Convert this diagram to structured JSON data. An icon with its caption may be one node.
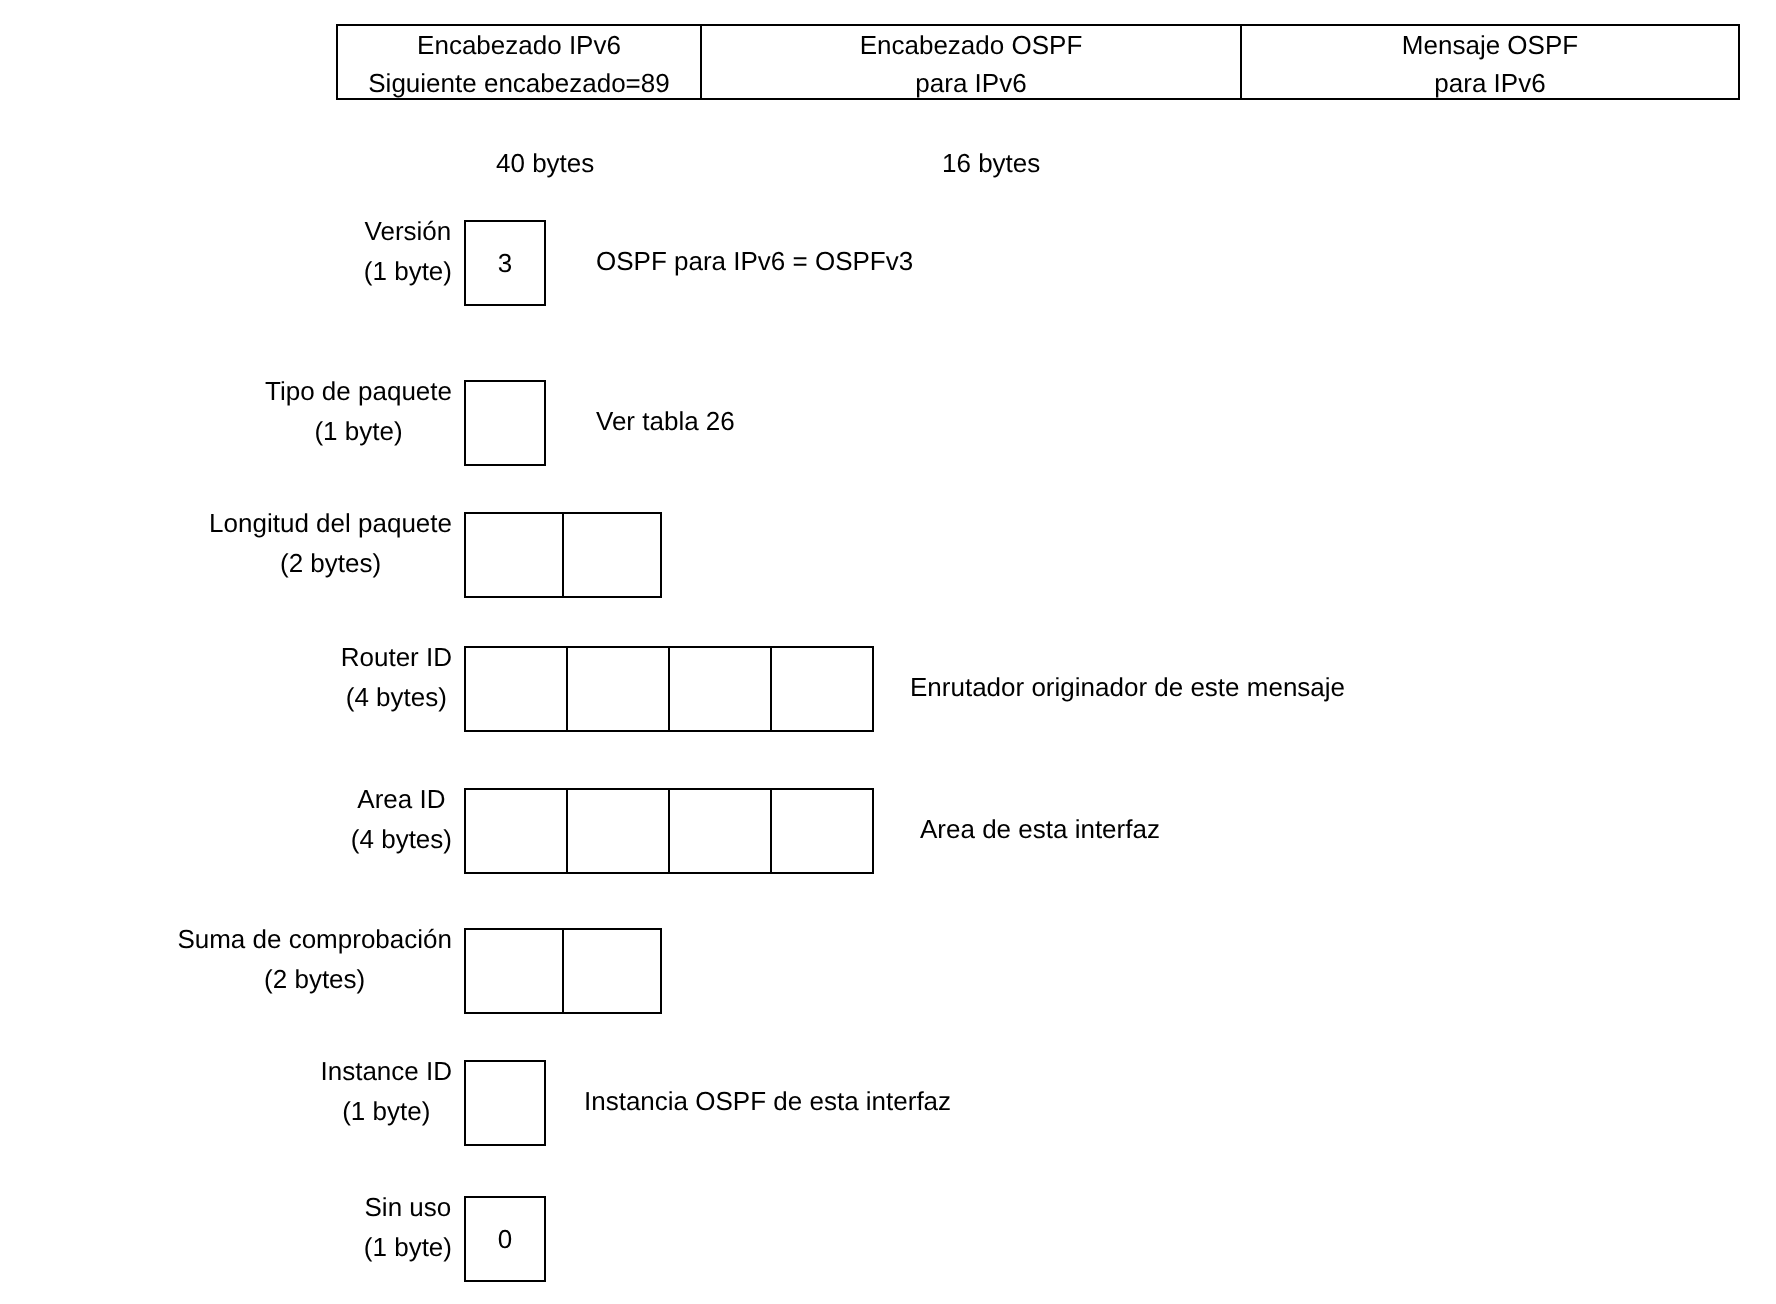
{
  "diagram": {
    "nodes": [
      {
        "text": [
          "Encabezado IPv6",
          "Siguiente encabezado=89"
        ]
      },
      {
        "text": [
          "Encabezado OSPF para IPv6"
        ]
      },
      {
        "text": [
          "Mensaje OSPF para IPv6"
        ]
      },
      {
        "text": [
          "3"
        ],
        "beside": [
          "Versión",
          "(1 byte)",
          "OSPF para IPv6 = OSPFv3"
        ]
      },
      {
        "text": [],
        "shape": "box",
        "beside": [
          "Tipo de paquete",
          "(1 byte)",
          "Ver tabla 26"
        ]
      },
      {
        "text": [],
        "shape": "box",
        "beside": [
          "Longitud del paquete",
          "(2 bytes)"
        ]
      },
      {
        "text": [],
        "shape": "box"
      },
      {
        "text": [],
        "shape": "box",
        "beside": [
          "Router ID",
          "(4 bytes)"
        ]
      },
      {
        "text": [],
        "shape": "box"
      },
      {
        "text": [],
        "shape": "box"
      },
      {
        "text": [],
        "shape": "box",
        "beside": [
          "Enrutador originador de este mensaje"
        ]
      },
      {
        "text": [],
        "shape": "box",
        "beside": [
          "Area ID",
          "(4 bytes)"
        ]
      },
      {
        "text": [],
        "shape": "box"
      },
      {
        "text": [],
        "shape": "box"
      },
      {
        "text": [],
        "shape": "box",
        "beside": [
          "Area de esta interfaz"
        ]
      },
      {
        "text": [],
        "shape": "box",
        "beside": [
          "Suma de comprobación",
          "(2 bytes)"
        ]
      },
      {
        "text": [],
        "shape": "box"
      },
      {
        "text": [],
        "shape": "box",
        "beside": [
          "Instance ID",
          "(1 byte)",
          "Instancia OSPF de esta interfaz"
        ]
      },
      {
        "text": [
          "0"
        ],
        "beside": [
          "Sin uso",
          "(1 byte)"
        ]
      }
    ],
    "labels": [
      "40 bytes",
      "16 bytes"
    ]
  }
}
